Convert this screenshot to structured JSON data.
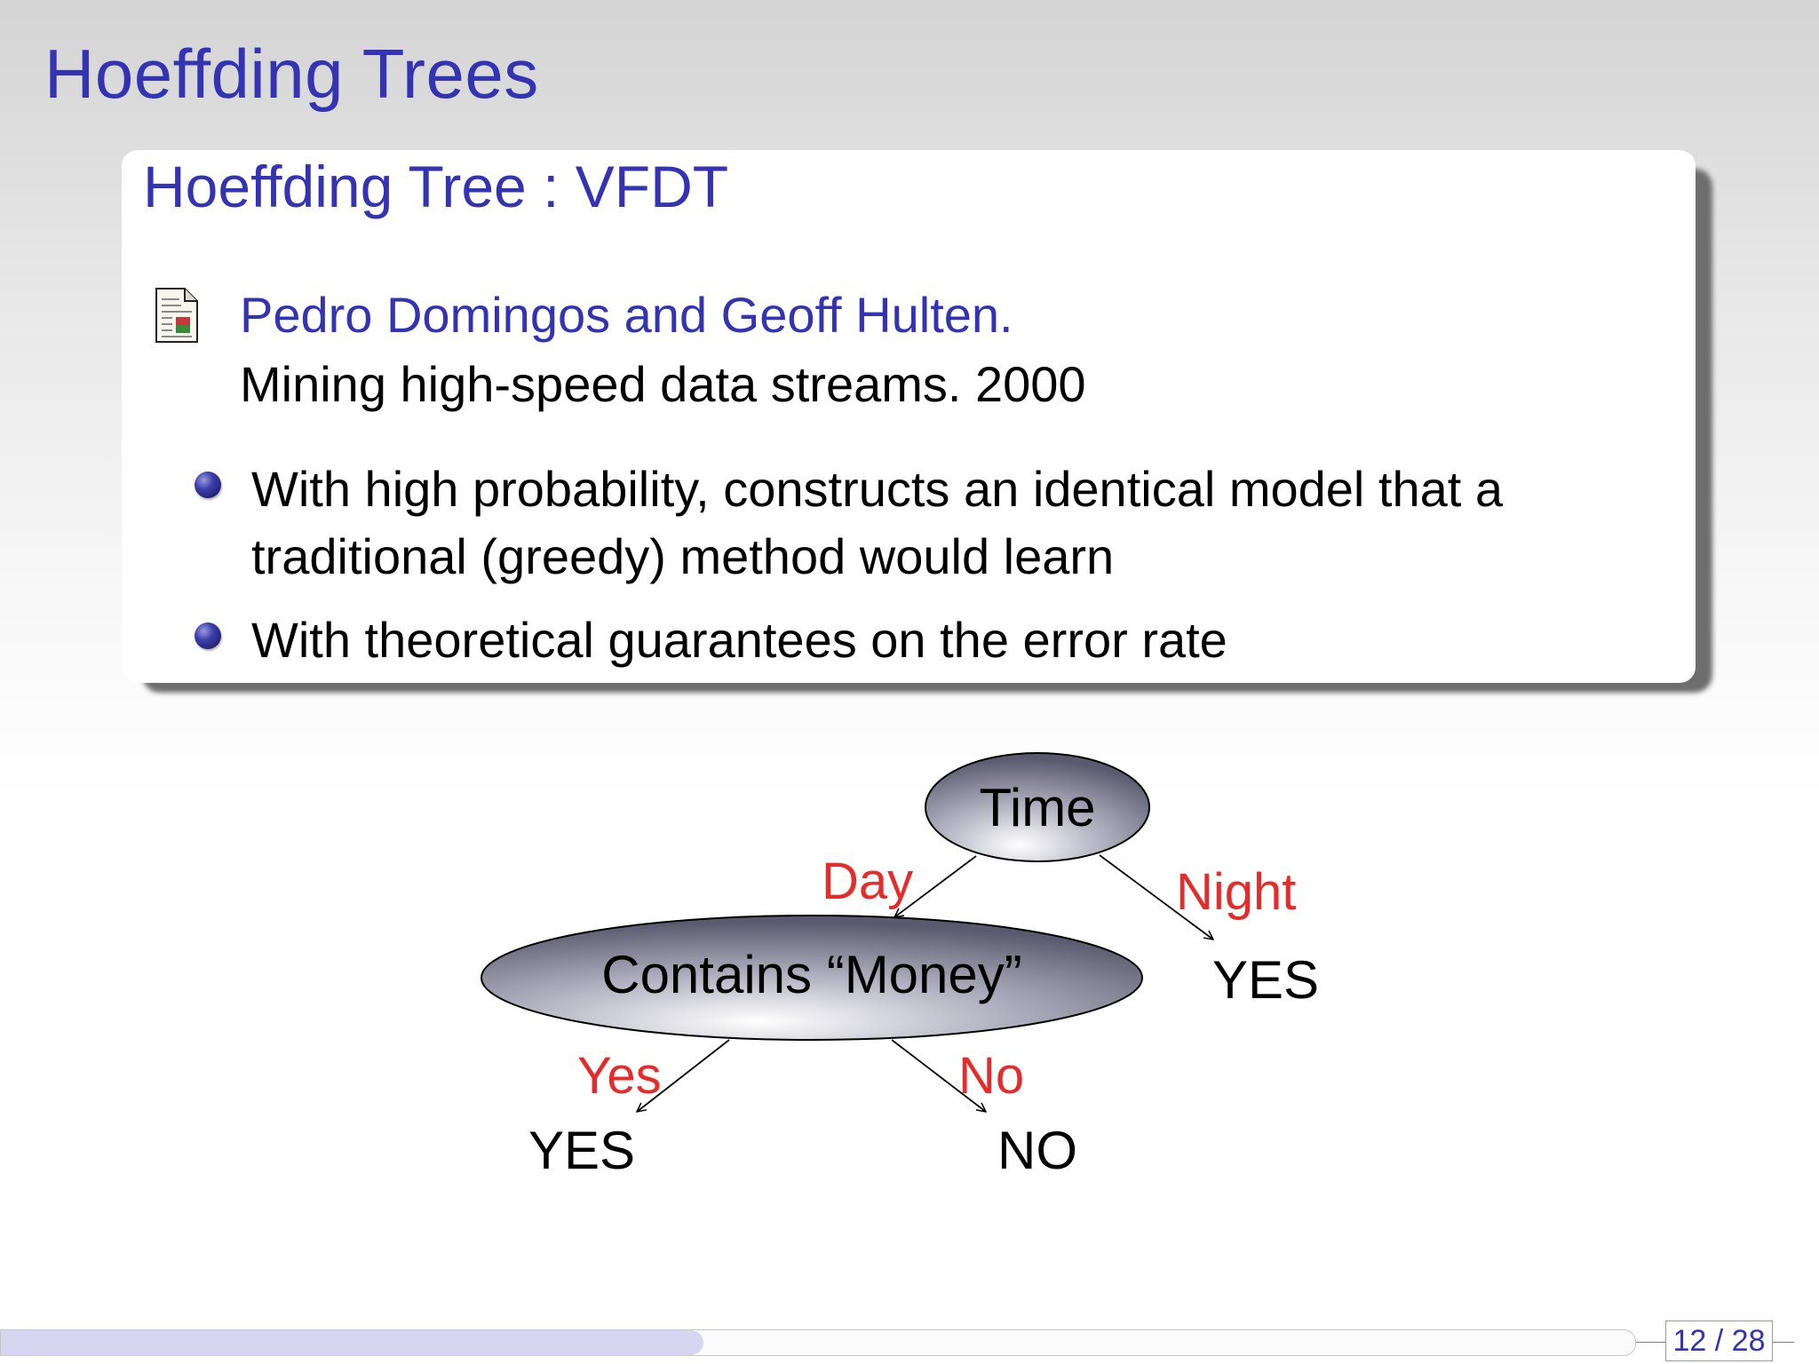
{
  "slide": {
    "title": "Hoeffding Trees"
  },
  "block": {
    "title": "Hoeffding Tree : VFDT",
    "reference": {
      "icon": "document-icon",
      "authors": "Pedro Domingos and Geoff Hulten.",
      "title": "Mining high-speed data streams. 2000"
    },
    "bullets": [
      {
        "lines": [
          "With high probability, constructs an identical model that a",
          "traditional (greedy) method would learn"
        ]
      },
      {
        "lines": [
          "With theoretical guarantees on the error rate"
        ]
      }
    ]
  },
  "tree": {
    "root": "Time",
    "edge_day": "Day",
    "edge_night": "Night",
    "night_leaf": "YES",
    "inner": "Contains “Money”",
    "edge_yes": "Yes",
    "edge_no": "No",
    "yes_leaf": "YES",
    "no_leaf": "NO",
    "colors": {
      "edge_label": "#e62b2b",
      "node_fill_dark": "#5a5a6e",
      "node_fill_light": "#ffffff"
    }
  },
  "footer": {
    "page": "12 / 28",
    "progress": 0.43
  },
  "colors": {
    "heading": "#3333b3",
    "text": "#000000"
  }
}
